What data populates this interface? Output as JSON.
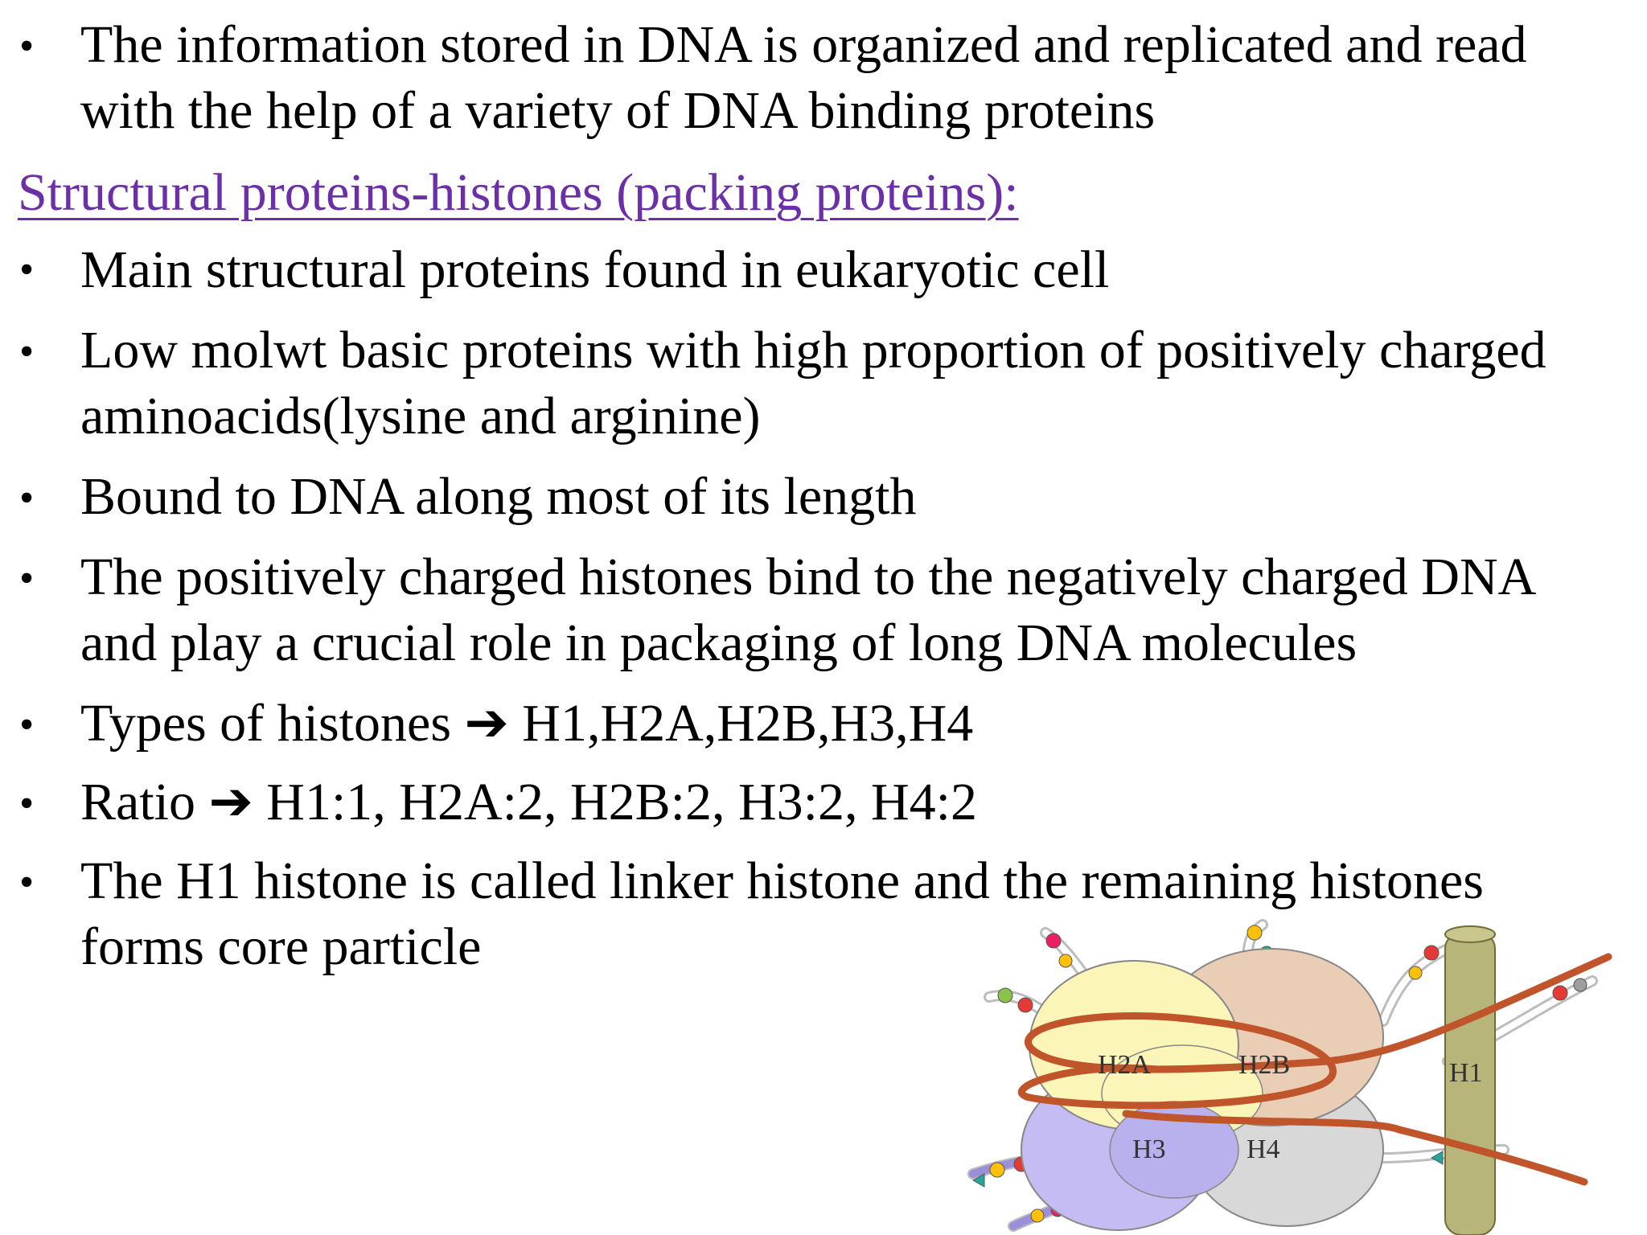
{
  "slide": {
    "intro_bullet": {
      "line1": "The information stored in DNA is organized and replicated and read",
      "line2": "with the help of a variety of DNA binding proteins"
    },
    "heading": "Structural proteins-histones (packing proteins):",
    "bullets": [
      {
        "line1": "Main structural proteins found in eukaryotic cell"
      },
      {
        "line1": "Low molwt basic proteins with high proportion of positively charged",
        "line2": "aminoacids(lysine and arginine)"
      },
      {
        "line1": "Bound to DNA along most of its length"
      },
      {
        "line1": "The positively charged histones bind to the negatively charged DNA",
        "line2": "and play a crucial role in packaging of long DNA molecules"
      },
      {
        "line1": "Types of histones ➔ H1,H2A,H2B,H3,H4"
      },
      {
        "line1": "Ratio ➔ H1:1, H2A:2, H2B:2, H3:2, H4:2"
      },
      {
        "line1": "The H1 histone is called linker histone and the remaining histones",
        "line2": "forms core particle"
      }
    ],
    "bullet_symbol": "•"
  },
  "diagram": {
    "labels": {
      "h2a": "H2A",
      "h2b": "H2B",
      "h3": "H3",
      "h4": "H4",
      "h1": "H1"
    },
    "colors": {
      "h2a": "#fbf5b8",
      "h2b": "#e9cdb4",
      "h3": "#c4bcf2",
      "h4": "#d8d8d8",
      "h1": "#b7b57a",
      "dna": "#c0542a",
      "tail": "#d9d9d9"
    }
  }
}
